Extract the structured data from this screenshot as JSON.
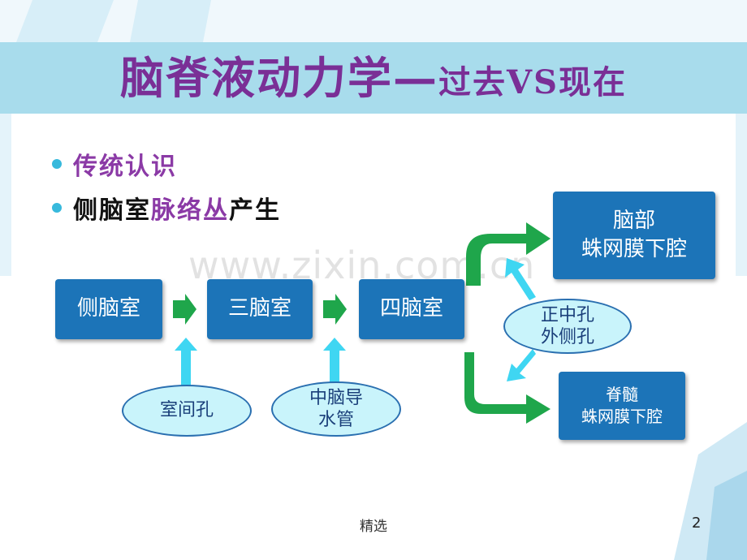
{
  "title": {
    "main": "脑脊液动力学",
    "dash": "—",
    "sub": "过去VS现在"
  },
  "bullets": [
    {
      "parts": [
        {
          "text": "传统认识",
          "color": "purple"
        }
      ]
    },
    {
      "parts": [
        {
          "text": "侧脑室",
          "color": "black"
        },
        {
          "text": "脉络丛",
          "color": "purple"
        },
        {
          "text": "产生",
          "color": "black"
        }
      ]
    }
  ],
  "flow": {
    "box1": "侧脑室",
    "box2": "三脑室",
    "box3": "四脑室",
    "box_top": [
      "脑部",
      "蛛网膜下腔"
    ],
    "box_bottom": [
      "脊髓",
      "蛛网膜下腔"
    ],
    "ellipse1": "室间孔",
    "ellipse2": [
      "中脑导",
      "水管"
    ],
    "ellipse3": [
      "正中孔",
      "外侧孔"
    ]
  },
  "watermark": "www.zixin.com.cn",
  "footer": "精选",
  "page_number": "2",
  "colors": {
    "title_band": "#a8dcec",
    "title_text": "#7a2f96",
    "box": "#1c74b8",
    "ellipse_fill": "#c9f4fb",
    "arrow_green": "#1fa64b",
    "arrow_cyan": "#3fd6f2"
  }
}
